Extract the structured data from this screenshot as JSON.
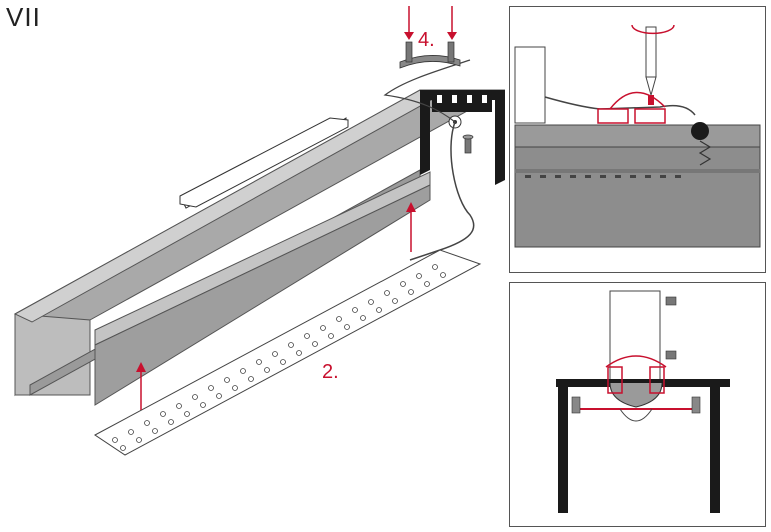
{
  "step": {
    "title": "VII"
  },
  "labels": {
    "led_strip_step": "2.",
    "bracket_step": "4."
  },
  "colors": {
    "accent": "#c8102e",
    "profile_fill": "#b5b5b5",
    "profile_dark": "#8a8a8a",
    "line": "#333333",
    "profile_black": "#1a1a1a"
  },
  "icons": {
    "arrow": "red-arrow-up",
    "rotation": "screwdriver-rotation-arrow"
  }
}
